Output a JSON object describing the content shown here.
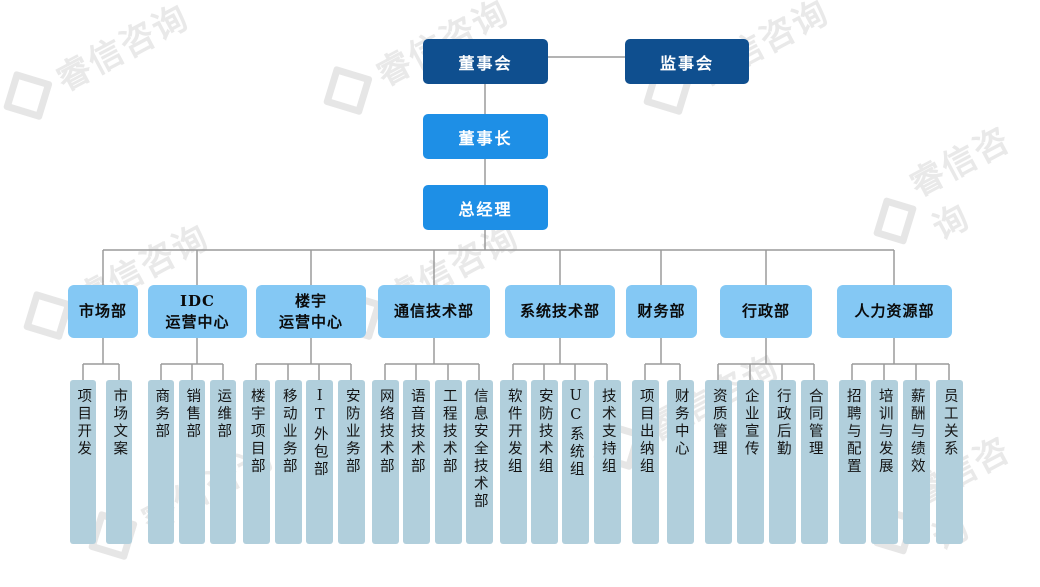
{
  "watermark": "睿信咨询",
  "top": {
    "board": "董事会",
    "supervisors": "监事会",
    "chairman": "董事长",
    "gm": "总经理"
  },
  "departments": [
    {
      "name": "市场部",
      "subs": [
        "项目开发",
        "市场文案"
      ]
    },
    {
      "name": "IDC\n运营中心",
      "subs": [
        "商务部",
        "销售部",
        "运维部"
      ]
    },
    {
      "name": "楼宇\n运营中心",
      "subs": [
        "楼宇项目部",
        "移动业务部",
        "IT外包部",
        "安防业务部"
      ]
    },
    {
      "name": "通信技术部",
      "subs": [
        "网络技术部",
        "语音技术部",
        "工程技术部",
        "信息安全技术部"
      ]
    },
    {
      "name": "系统技术部",
      "subs": [
        "软件开发组",
        "安防技术组",
        "UC系统组",
        "技术支持组"
      ]
    },
    {
      "name": "财务部",
      "subs": [
        "项目出纳组",
        "财务中心"
      ]
    },
    {
      "name": "行政部",
      "subs": [
        "资质管理",
        "企业宣传",
        "行政后勤",
        "合同管理"
      ]
    },
    {
      "name": "人力资源部",
      "subs": [
        "招聘与配置",
        "培训与发展",
        "薪酬与绩效",
        "员工关系"
      ]
    }
  ]
}
